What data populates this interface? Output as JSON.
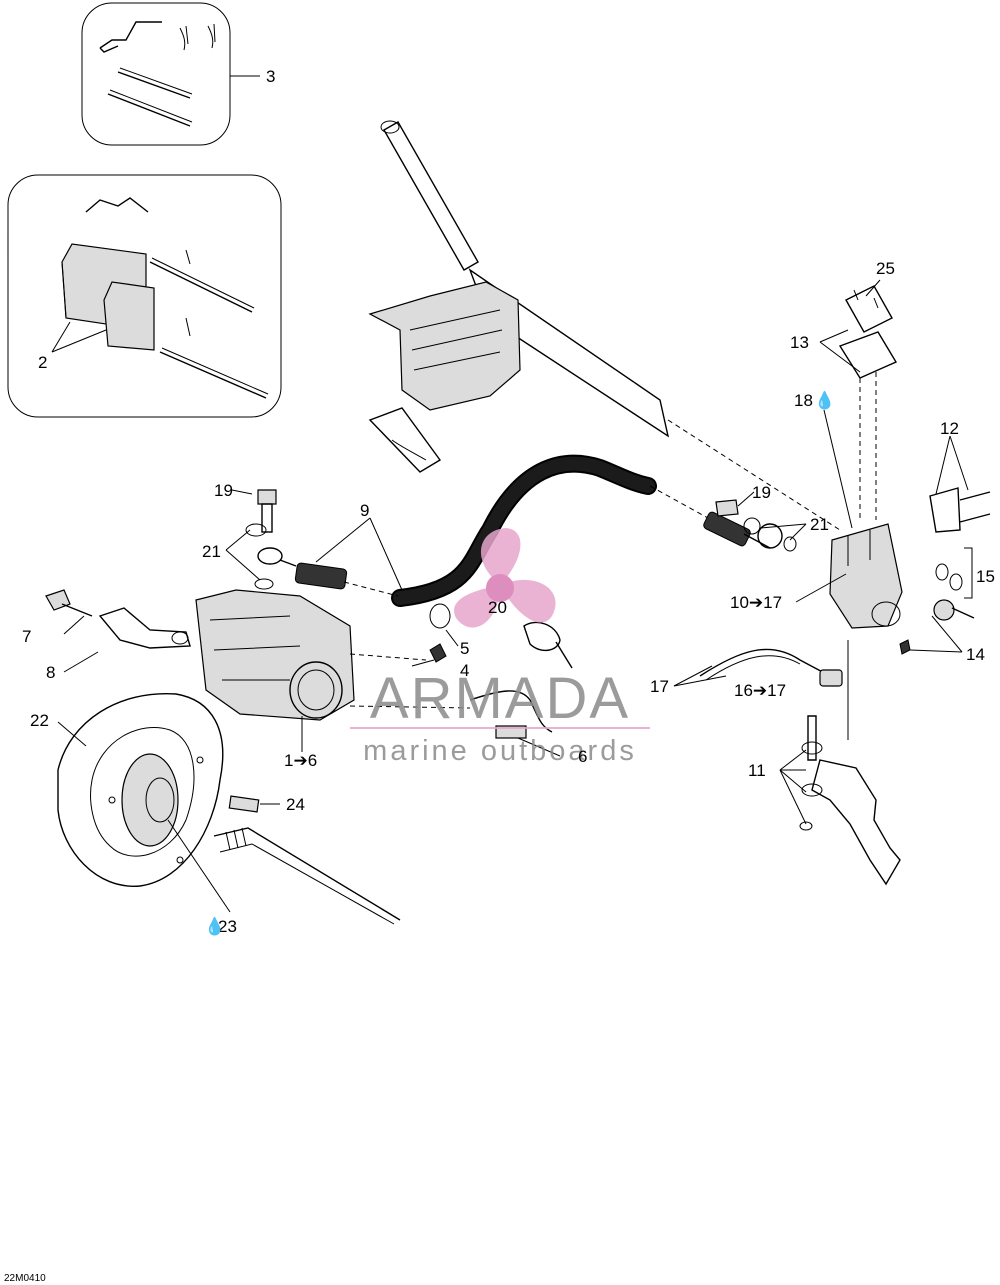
{
  "diagram": {
    "drawing_code": "22M0410",
    "callouts": {
      "c2": "2",
      "c3": "3",
      "c4": "4",
      "c5": "5",
      "c6a": "6",
      "c7": "7",
      "c8": "8",
      "c9": "9",
      "c10": "10➔17",
      "c11": "11",
      "c12": "12",
      "c13": "13",
      "c14": "14",
      "c15": "15",
      "c16": "16➔17",
      "c17": "17",
      "c18": "18",
      "c19a": "19",
      "c19b": "19",
      "c20": "20",
      "c21a": "21",
      "c21b": "21",
      "c22": "22",
      "c23": "23",
      "c24": "24",
      "c25": "25",
      "c1": "1➔6"
    },
    "symbols": {
      "drop": "💧"
    }
  },
  "watermark": {
    "brand": "ARMADA",
    "tagline": "marine outboards",
    "color": "#e7a6cc",
    "text_color": "#8a8a8a"
  }
}
